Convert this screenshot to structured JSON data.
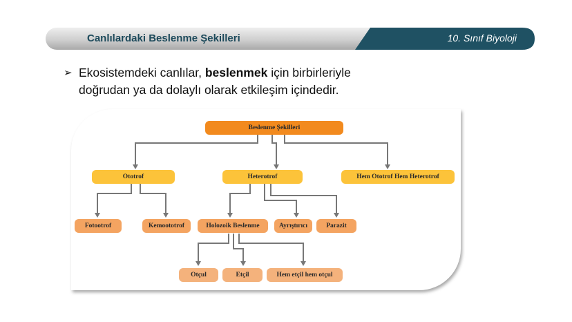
{
  "header": {
    "title": "Canlılardaki Beslenme Şekilleri",
    "subtitle": "10. Sınıf Biyoloji",
    "accent_color": "#1f5163"
  },
  "bullet": {
    "marker": "➢",
    "line1_before": "Ekosistemdeki canlılar, ",
    "line1_bold": "beslenmek",
    "line1_after": " için birbirleriyle",
    "line2": "doğrudan ya da dolaylı olarak etkileşim içindedir."
  },
  "diagram": {
    "root": "Beslenme Şekilleri",
    "ototrof": "Ototrof",
    "heterotrof": "Heterotrof",
    "hem": "Hem Ototrof Hem Heterotrof",
    "fotootrof": "Fotootrof",
    "kemoototrof": "Kemoototrof",
    "holozoik": "Holozoik Beslenme",
    "ayristirici": "Ayrıştırıcı",
    "parazit": "Parazit",
    "otcul": "Otçul",
    "etcil": "Etçil",
    "hemetcil": "Hem etçil hem otçul",
    "colors": {
      "root": "#f28a1e",
      "level1": "#fcc33a",
      "level2": "#f4a461",
      "level3": "#f4b27c",
      "arrow": "#777777"
    }
  }
}
